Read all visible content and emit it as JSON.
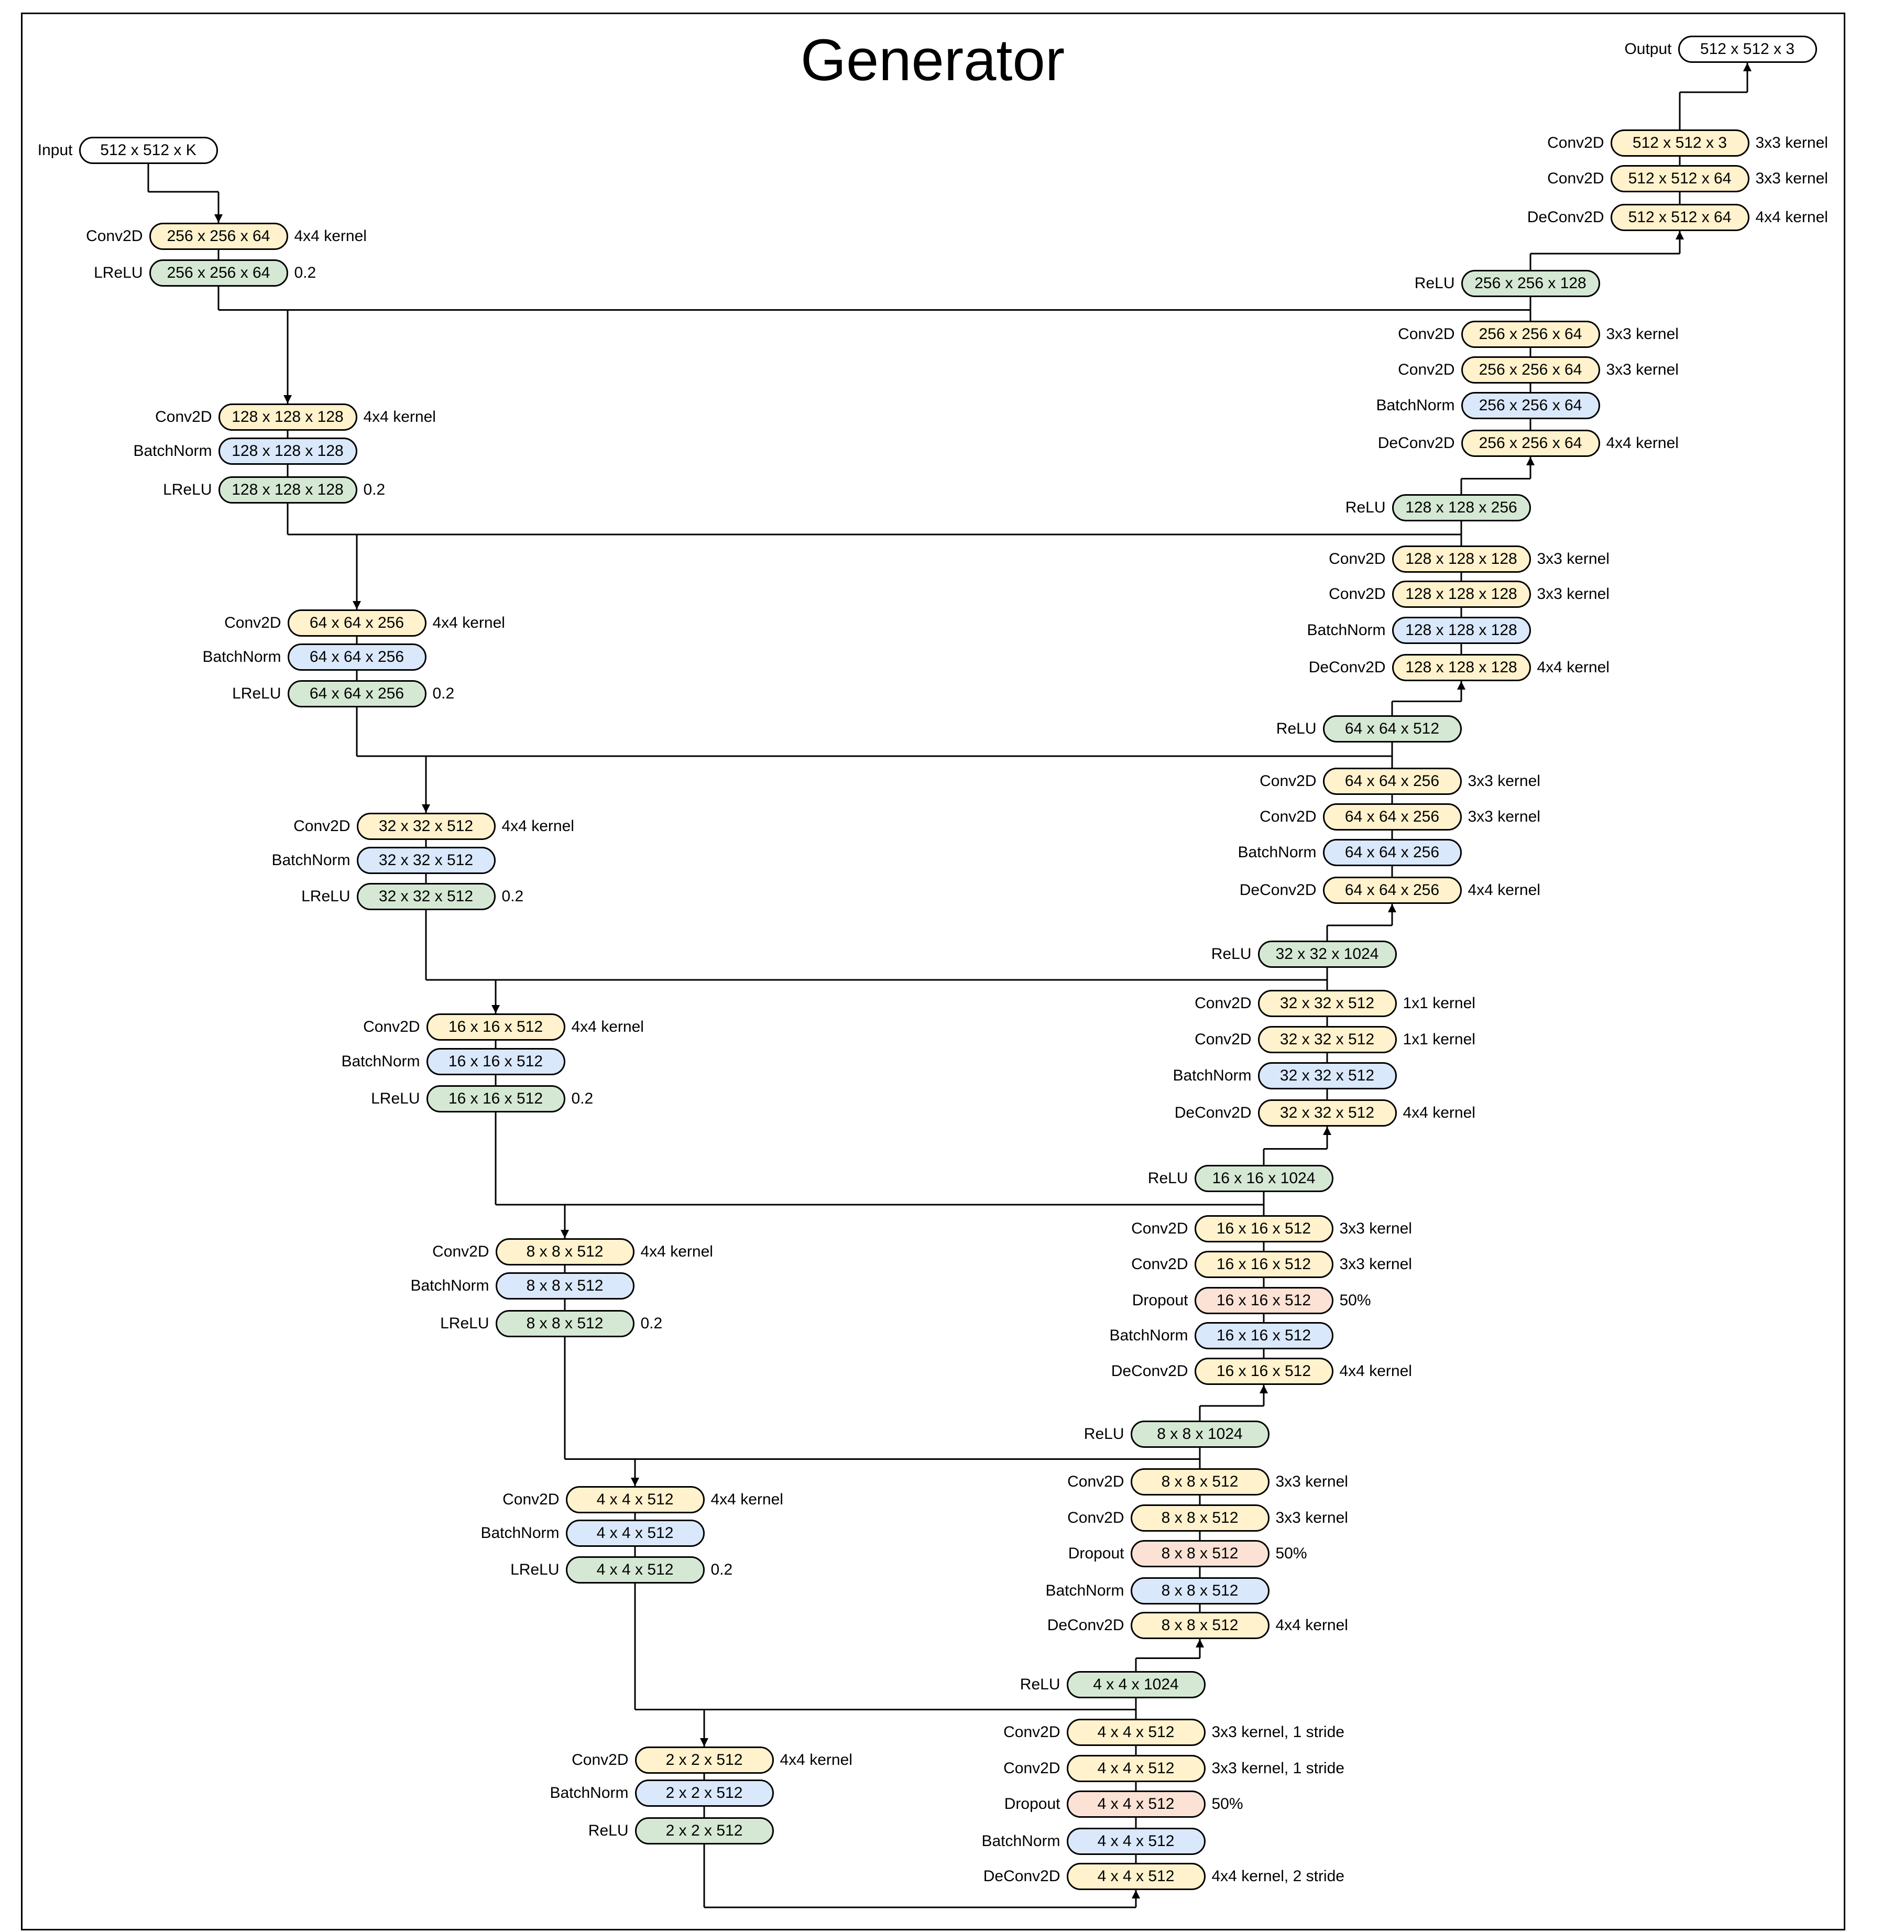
{
  "title": "Generator",
  "colors": {
    "conv": "#fff2cc",
    "batchnorm": "#dae8fc",
    "activation": "#d5e8d4",
    "dropout": "#fbe2d5",
    "io": "#ffffff",
    "line": "#000000"
  },
  "encoder": [
    {
      "layers": [
        {
          "type": "io",
          "op": "Input",
          "shape": "512 x 512 x K",
          "note": ""
        }
      ]
    },
    {
      "layers": [
        {
          "type": "conv",
          "op": "Conv2D",
          "shape": "256 x 256 x 64",
          "note": "4x4 kernel"
        },
        {
          "type": "act",
          "op": "LReLU",
          "shape": "256 x 256 x 64",
          "note": "0.2"
        }
      ]
    },
    {
      "layers": [
        {
          "type": "conv",
          "op": "Conv2D",
          "shape": "128 x 128 x 128",
          "note": "4x4 kernel"
        },
        {
          "type": "bn",
          "op": "BatchNorm",
          "shape": "128 x 128 x 128",
          "note": ""
        },
        {
          "type": "act",
          "op": "LReLU",
          "shape": "128 x 128 x 128",
          "note": "0.2"
        }
      ]
    },
    {
      "layers": [
        {
          "type": "conv",
          "op": "Conv2D",
          "shape": "64 x 64 x 256",
          "note": "4x4 kernel"
        },
        {
          "type": "bn",
          "op": "BatchNorm",
          "shape": "64 x 64 x 256",
          "note": ""
        },
        {
          "type": "act",
          "op": "LReLU",
          "shape": "64 x 64 x 256",
          "note": "0.2"
        }
      ]
    },
    {
      "layers": [
        {
          "type": "conv",
          "op": "Conv2D",
          "shape": "32 x 32 x 512",
          "note": "4x4 kernel"
        },
        {
          "type": "bn",
          "op": "BatchNorm",
          "shape": "32 x 32 x 512",
          "note": ""
        },
        {
          "type": "act",
          "op": "LReLU",
          "shape": "32 x 32 x 512",
          "note": "0.2"
        }
      ]
    },
    {
      "layers": [
        {
          "type": "conv",
          "op": "Conv2D",
          "shape": "16 x 16 x 512",
          "note": "4x4 kernel"
        },
        {
          "type": "bn",
          "op": "BatchNorm",
          "shape": "16 x 16 x 512",
          "note": ""
        },
        {
          "type": "act",
          "op": "LReLU",
          "shape": "16 x 16 x 512",
          "note": "0.2"
        }
      ]
    },
    {
      "layers": [
        {
          "type": "conv",
          "op": "Conv2D",
          "shape": "8 x 8 x 512",
          "note": "4x4 kernel"
        },
        {
          "type": "bn",
          "op": "BatchNorm",
          "shape": "8 x 8 x 512",
          "note": ""
        },
        {
          "type": "act",
          "op": "LReLU",
          "shape": "8 x 8 x 512",
          "note": "0.2"
        }
      ]
    },
    {
      "layers": [
        {
          "type": "conv",
          "op": "Conv2D",
          "shape": "4 x 4 x 512",
          "note": "4x4 kernel"
        },
        {
          "type": "bn",
          "op": "BatchNorm",
          "shape": "4 x 4 x 512",
          "note": ""
        },
        {
          "type": "act",
          "op": "LReLU",
          "shape": "4 x 4 x 512",
          "note": "0.2"
        }
      ]
    },
    {
      "layers": [
        {
          "type": "conv",
          "op": "Conv2D",
          "shape": "2 x 2 x 512",
          "note": "4x4 kernel"
        },
        {
          "type": "bn",
          "op": "BatchNorm",
          "shape": "2 x 2 x 512",
          "note": ""
        },
        {
          "type": "act",
          "op": "ReLU",
          "shape": "2 x 2 x 512",
          "note": ""
        }
      ]
    }
  ],
  "decoder": [
    {
      "layers": [
        {
          "type": "io",
          "op": "Output",
          "shape": "512 x 512 x 3",
          "note": ""
        }
      ]
    },
    {
      "layers": [
        {
          "type": "conv",
          "op": "Conv2D",
          "shape": "512 x 512 x 3",
          "note": "3x3 kernel"
        },
        {
          "type": "conv",
          "op": "Conv2D",
          "shape": "512 x 512 x 64",
          "note": "3x3 kernel"
        },
        {
          "type": "conv",
          "op": "DeConv2D",
          "shape": "512 x 512 x 64",
          "note": "4x4 kernel"
        }
      ]
    },
    {
      "layers": [
        {
          "type": "act",
          "op": "ReLU",
          "shape": "256 x 256 x 128",
          "note": ""
        },
        {
          "type": "conv",
          "op": "Conv2D",
          "shape": "256 x 256 x 64",
          "note": "3x3 kernel"
        },
        {
          "type": "conv",
          "op": "Conv2D",
          "shape": "256 x 256 x 64",
          "note": "3x3 kernel"
        },
        {
          "type": "bn",
          "op": "BatchNorm",
          "shape": "256 x 256 x 64",
          "note": ""
        },
        {
          "type": "conv",
          "op": "DeConv2D",
          "shape": "256 x 256 x 64",
          "note": "4x4 kernel"
        }
      ]
    },
    {
      "layers": [
        {
          "type": "act",
          "op": "ReLU",
          "shape": "128 x 128 x 256",
          "note": ""
        },
        {
          "type": "conv",
          "op": "Conv2D",
          "shape": "128 x 128 x 128",
          "note": "3x3 kernel"
        },
        {
          "type": "conv",
          "op": "Conv2D",
          "shape": "128 x 128 x 128",
          "note": "3x3 kernel"
        },
        {
          "type": "bn",
          "op": "BatchNorm",
          "shape": "128 x 128 x 128",
          "note": ""
        },
        {
          "type": "conv",
          "op": "DeConv2D",
          "shape": "128 x 128 x 128",
          "note": "4x4 kernel"
        }
      ]
    },
    {
      "layers": [
        {
          "type": "act",
          "op": "ReLU",
          "shape": "64 x 64 x 512",
          "note": ""
        },
        {
          "type": "conv",
          "op": "Conv2D",
          "shape": "64 x 64 x 256",
          "note": "3x3 kernel"
        },
        {
          "type": "conv",
          "op": "Conv2D",
          "shape": "64 x 64 x 256",
          "note": "3x3 kernel"
        },
        {
          "type": "bn",
          "op": "BatchNorm",
          "shape": "64 x 64 x 256",
          "note": ""
        },
        {
          "type": "conv",
          "op": "DeConv2D",
          "shape": "64 x 64 x 256",
          "note": "4x4 kernel"
        }
      ]
    },
    {
      "layers": [
        {
          "type": "act",
          "op": "ReLU",
          "shape": "32 x 32 x 1024",
          "note": ""
        },
        {
          "type": "conv",
          "op": "Conv2D",
          "shape": "32 x 32 x 512",
          "note": "1x1 kernel"
        },
        {
          "type": "conv",
          "op": "Conv2D",
          "shape": "32 x 32 x 512",
          "note": "1x1 kernel"
        },
        {
          "type": "bn",
          "op": "BatchNorm",
          "shape": "32 x 32 x 512",
          "note": ""
        },
        {
          "type": "conv",
          "op": "DeConv2D",
          "shape": "32 x 32 x 512",
          "note": "4x4 kernel"
        }
      ]
    },
    {
      "layers": [
        {
          "type": "act",
          "op": "ReLU",
          "shape": "16 x 16 x 1024",
          "note": ""
        },
        {
          "type": "conv",
          "op": "Conv2D",
          "shape": "16 x 16 x 512",
          "note": "3x3 kernel"
        },
        {
          "type": "conv",
          "op": "Conv2D",
          "shape": "16 x 16 x 512",
          "note": "3x3 kernel"
        },
        {
          "type": "drop",
          "op": "Dropout",
          "shape": "16 x 16 x 512",
          "note": "50%"
        },
        {
          "type": "bn",
          "op": "BatchNorm",
          "shape": "16 x 16 x 512",
          "note": ""
        },
        {
          "type": "conv",
          "op": "DeConv2D",
          "shape": "16 x 16 x 512",
          "note": "4x4 kernel"
        }
      ]
    },
    {
      "layers": [
        {
          "type": "act",
          "op": "ReLU",
          "shape": "8 x 8 x 1024",
          "note": ""
        },
        {
          "type": "conv",
          "op": "Conv2D",
          "shape": "8 x 8 x 512",
          "note": "3x3 kernel"
        },
        {
          "type": "conv",
          "op": "Conv2D",
          "shape": "8 x 8 x 512",
          "note": "3x3 kernel"
        },
        {
          "type": "drop",
          "op": "Dropout",
          "shape": "8 x 8 x 512",
          "note": "50%"
        },
        {
          "type": "bn",
          "op": "BatchNorm",
          "shape": "8 x 8 x 512",
          "note": ""
        },
        {
          "type": "conv",
          "op": "DeConv2D",
          "shape": "8 x 8 x 512",
          "note": "4x4 kernel"
        }
      ]
    },
    {
      "layers": [
        {
          "type": "act",
          "op": "ReLU",
          "shape": "4 x 4 x 1024",
          "note": ""
        },
        {
          "type": "conv",
          "op": "Conv2D",
          "shape": "4 x 4 x 512",
          "note": "3x3 kernel, 1 stride"
        },
        {
          "type": "conv",
          "op": "Conv2D",
          "shape": "4 x 4 x 512",
          "note": "3x3 kernel, 1 stride"
        },
        {
          "type": "drop",
          "op": "Dropout",
          "shape": "4 x 4 x 512",
          "note": "50%"
        },
        {
          "type": "bn",
          "op": "BatchNorm",
          "shape": "4 x 4 x 512",
          "note": ""
        },
        {
          "type": "conv",
          "op": "DeConv2D",
          "shape": "4 x 4 x 512",
          "note": "4x4 kernel, 2 stride"
        }
      ]
    }
  ]
}
